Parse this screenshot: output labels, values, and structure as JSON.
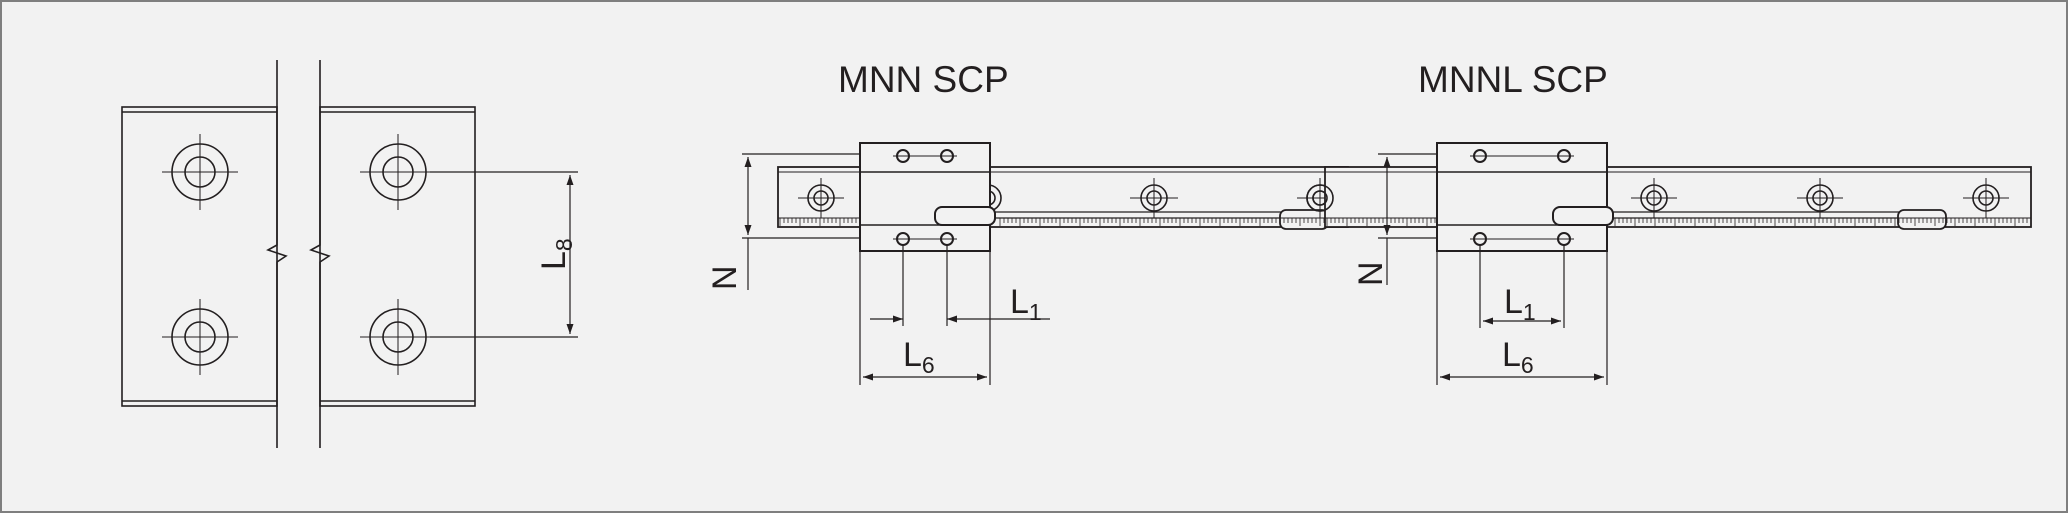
{
  "colors": {
    "background": "#f2f2f2",
    "stroke": "#231f20",
    "frame": "#7f7f7f"
  },
  "views": {
    "mnn": {
      "title": "MNN SCP"
    },
    "mnnl": {
      "title": "MNNL SCP"
    }
  },
  "dimensions": {
    "l8": {
      "main": "L",
      "sub": "8"
    },
    "n_left": "N",
    "n_right": "N",
    "l1_left": {
      "main": "L",
      "sub": "1"
    },
    "l6_left": {
      "main": "L",
      "sub": "6"
    },
    "l1_right": {
      "main": "L",
      "sub": "1"
    },
    "l6_right": {
      "main": "L",
      "sub": "6"
    }
  }
}
